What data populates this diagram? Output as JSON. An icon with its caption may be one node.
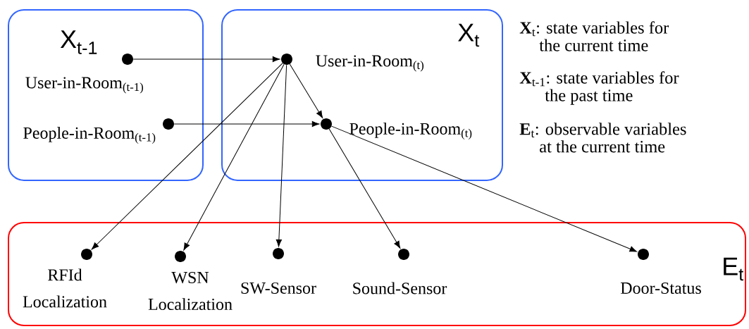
{
  "diagram": {
    "nodes": [
      {
        "text": [
          "X$_{t-1}$"
        ]
      },
      {
        "text": [
          "X$_{t}$"
        ]
      },
      {
        "text": [
          "E$_{t}$"
        ]
      },
      {
        "text": [],
        "shape": "circle",
        "beside": [
          "User-in-Room$_{(t-1)}$"
        ],
        "in": 0
      },
      {
        "text": [],
        "shape": "circle",
        "beside": [
          "People-in-Room$_{(t-1)}$"
        ],
        "in": 0
      },
      {
        "text": [],
        "shape": "circle",
        "beside": [
          "User-in-Room$_{(t)}$"
        ],
        "in": 1
      },
      {
        "text": [],
        "shape": "circle",
        "beside": [
          "People-in-Room$_{(t)}$"
        ],
        "in": 1
      },
      {
        "text": [],
        "shape": "circle",
        "beside": [
          "RFId Localization"
        ],
        "in": 2
      },
      {
        "text": [],
        "shape": "circle",
        "beside": [
          "WSN Localization"
        ],
        "in": 2
      },
      {
        "text": [],
        "shape": "circle",
        "beside": [
          "SW-Sensor"
        ],
        "in": 2
      },
      {
        "text": [],
        "shape": "circle",
        "beside": [
          "Sound-Sensor"
        ],
        "in": 2
      },
      {
        "text": [],
        "shape": "circle",
        "beside": [
          "Door-Status"
        ],
        "in": 2
      }
    ],
    "edges": [
      {
        "from": 3,
        "to": 5,
        "arrow": "to"
      },
      {
        "from": 4,
        "to": 6,
        "arrow": "to"
      },
      {
        "from": 5,
        "to": 6,
        "arrow": "to"
      },
      {
        "from": 5,
        "to": 7,
        "arrow": "to"
      },
      {
        "from": 5,
        "to": 8,
        "arrow": "to"
      },
      {
        "from": 5,
        "to": 9,
        "arrow": "to"
      },
      {
        "from": 6,
        "to": 10,
        "arrow": "to"
      },
      {
        "from": 6,
        "to": 11,
        "arrow": "to"
      }
    ],
    "labels": [
      "**X**$_{t}$: state variables for the current time",
      "**X**$_{t-1}$: state variables for the past time",
      "**E**$_{t}$: observable variables at the current time"
    ]
  }
}
